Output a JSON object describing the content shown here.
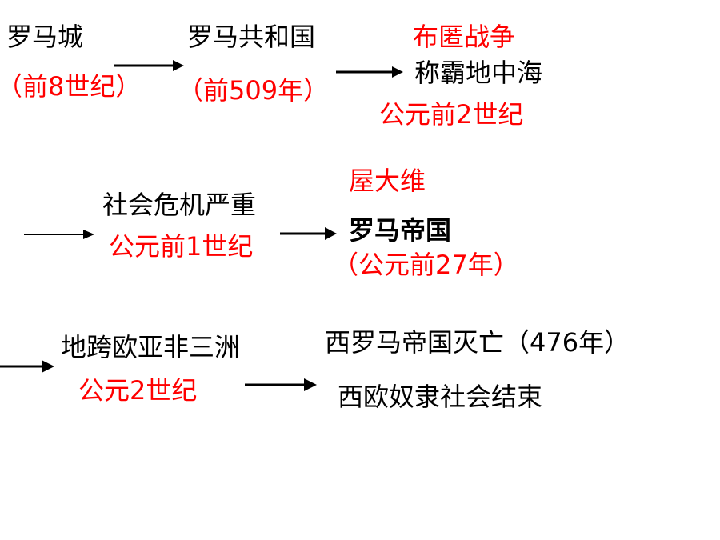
{
  "colors": {
    "text": "#000000",
    "date": "#ff0000"
  },
  "row1": {
    "node1": {
      "label": "罗马城",
      "date": "（前8世纪）"
    },
    "node2": {
      "label": "罗马共和国",
      "date": "（前509年）"
    },
    "node3": {
      "event": "布匿战争",
      "label": "称霸地中海",
      "date": "公元前2世纪"
    }
  },
  "row2": {
    "node1": {
      "label": "社会危机严重",
      "date": "公元前1世纪"
    },
    "node2": {
      "person": "屋大维",
      "label": "罗马帝国",
      "date": "（公元前27年）"
    }
  },
  "row3": {
    "node1": {
      "label": "地跨欧亚非三洲",
      "date": "公元2世纪"
    },
    "node2": {
      "label": "西罗马帝国灭亡（476年）",
      "label2": "西欧奴隶社会结束"
    }
  }
}
